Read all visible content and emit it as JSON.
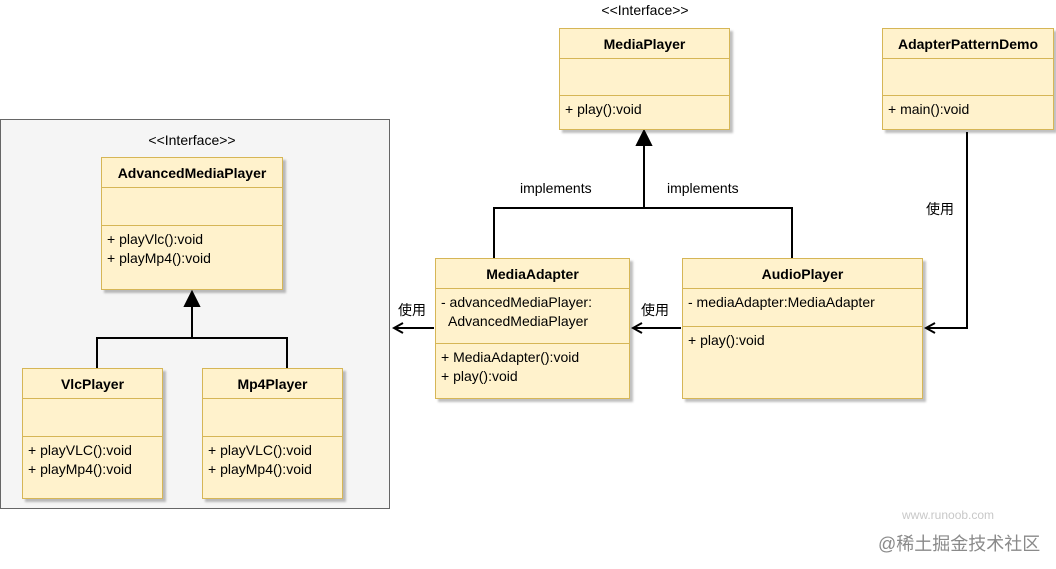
{
  "interface_label": "<<Interface>>",
  "classes": {
    "media_player": {
      "name": "MediaPlayer",
      "attributes": [],
      "methods": [
        "+ play():void"
      ]
    },
    "adapter_pattern_demo": {
      "name": "AdapterPatternDemo",
      "attributes": [],
      "methods": [
        "+ main():void"
      ]
    },
    "advanced_media_player": {
      "name": "AdvancedMediaPlayer",
      "attributes": [],
      "methods": [
        "+ playVlc():void",
        "+ playMp4():void"
      ]
    },
    "media_adapter": {
      "name": "MediaAdapter",
      "attributes": [
        "- advancedMediaPlayer:",
        "  AdvancedMediaPlayer"
      ],
      "methods": [
        "+ MediaAdapter():void",
        "+ play():void"
      ]
    },
    "audio_player": {
      "name": "AudioPlayer",
      "attributes": [
        "- mediaAdapter:MediaAdapter"
      ],
      "methods": [
        "+ play():void"
      ]
    },
    "vlc_player": {
      "name": "VlcPlayer",
      "attributes": [],
      "methods": [
        "+ playVLC():void",
        "+ playMp4():void"
      ]
    },
    "mp4_player": {
      "name": "Mp4Player",
      "attributes": [],
      "methods": [
        "+ playVLC():void",
        "+ playMp4():void"
      ]
    }
  },
  "edge_labels": {
    "implements_left": "implements",
    "implements_right": "implements",
    "uses_demo": "使用",
    "uses_audio_to_adapter": "使用",
    "uses_adapter_to_advanced": "使用"
  },
  "watermark": {
    "site": "www.runoob.com",
    "credit": "@稀土掘金技术社区"
  }
}
